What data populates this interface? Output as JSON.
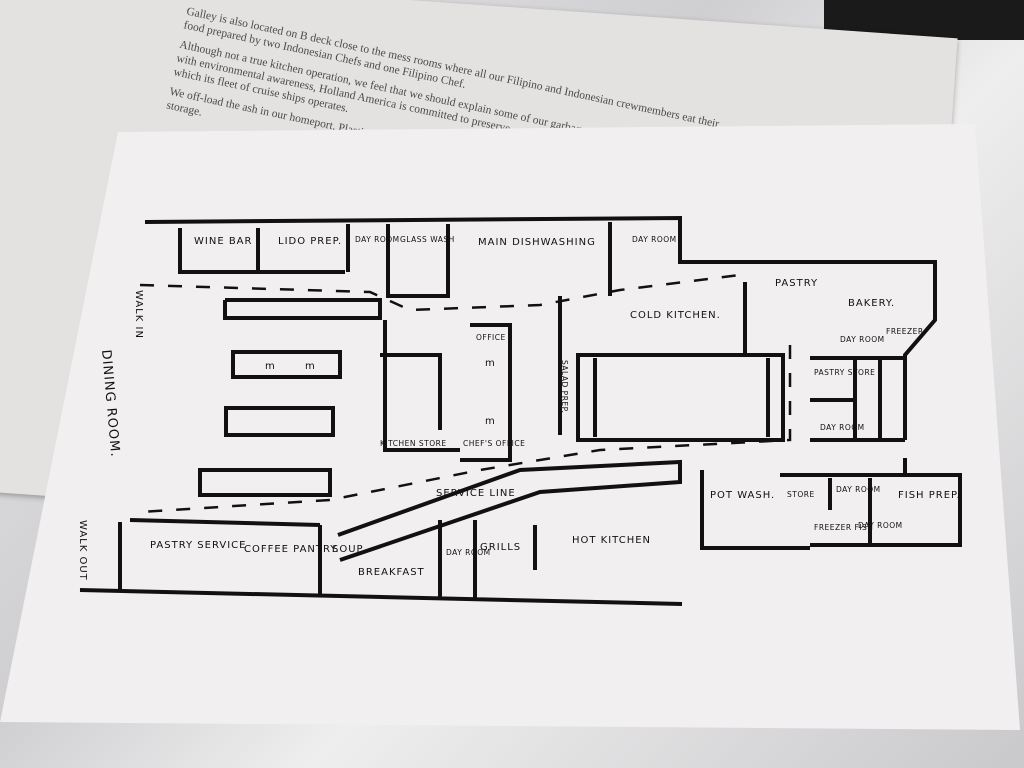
{
  "background_document": {
    "lines": [
      "Galley is also located on B deck close to the mess rooms where all our Filipino and Indonesian crewmembers eat their food prepared by two Indonesian Chefs and one Filipino Chef.",
      "Although not a true kitchen operation, we feel that we should explain some of our garbage disposal procedures. In line with environmental awareness, Holland America is committed to preserve, protect and maintain the environment in which its fleet of cruise ships operates.",
      "We off-load the ash in our homeport. Plastics and all biodegradable garbage are sorted by color, crushed and kept in cold storage."
    ]
  },
  "floor_plan": {
    "labels": {
      "walk_in": "WALK IN",
      "walk_out": "WALK OUT",
      "dining_room": "DINING ROOM.",
      "wine_bar": "WINE BAR",
      "lido_prep": "LIDO PREP.",
      "day_room_1": "DAY ROOM",
      "glass_wash": "GLASS WASH",
      "main_dishwashing": "MAIN DISHWASHING",
      "day_room_2": "DAY ROOM",
      "pastry": "PASTRY",
      "bakery": "BAKERY.",
      "cold_kitchen": "COLD KITCHEN.",
      "day_room_3": "DAY ROOM",
      "freezer_1": "FREEZER",
      "office": "OFFICE",
      "salad_prep": "SALAD PREP.",
      "pastry_store": "PASTRY STORE",
      "day_room_4": "DAY ROOM",
      "kitchen_store": "KITCHEN STORE",
      "chefs_office": "CHEF'S OFFICE",
      "service_line": "SERVICE LINE",
      "pot_wash": "POT WASH.",
      "store": "STORE",
      "day_room_5": "DAY ROOM",
      "fish_prep": "FISH PREP.",
      "freezer_fish": "FREEZER FISH",
      "day_room_6": "DAY ROOM",
      "pastry_service": "PASTRY SERVICE",
      "coffee_pantry": "COFFEE PANTRY.",
      "soup": "SOUP",
      "breakfast": "BREAKFAST",
      "day_room_7": "DAY ROOM",
      "grills": "GRILLS",
      "hot_kitchen": "HOT KITCHEN",
      "m": "m"
    }
  }
}
